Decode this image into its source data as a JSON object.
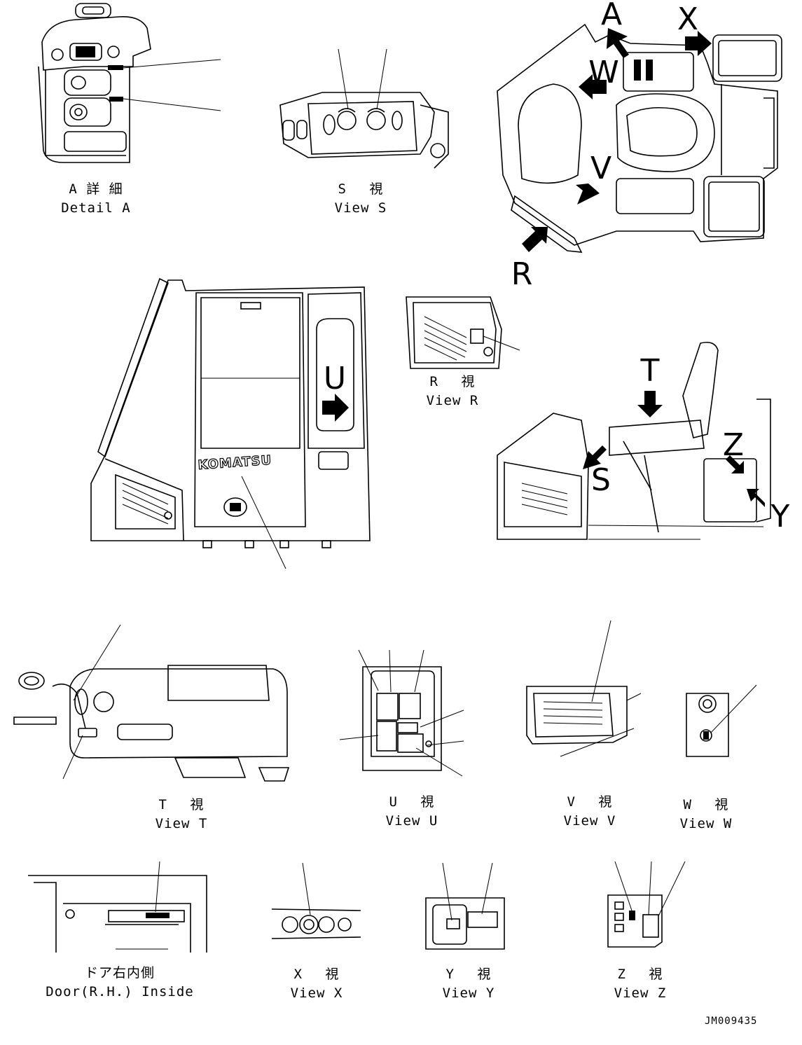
{
  "views": {
    "detail_a": {
      "jp": "A 詳 細",
      "en": "Detail A"
    },
    "view_s": {
      "jp": "S　 視",
      "en": "View S"
    },
    "view_r": {
      "jp": "R　 視",
      "en": "View R"
    },
    "view_t": {
      "jp": "T　 視",
      "en": "View T"
    },
    "view_u": {
      "jp": "U　 視",
      "en": "View U"
    },
    "view_v": {
      "jp": "V　 視",
      "en": "View V"
    },
    "view_w": {
      "jp": "W　 視",
      "en": "View W"
    },
    "door_rh": {
      "jp": "ドア右内側",
      "en": "Door(R.H.) Inside"
    },
    "view_x": {
      "jp": "X　 視",
      "en": "View X"
    },
    "view_y": {
      "jp": "Y　 視",
      "en": "View Y"
    },
    "view_z": {
      "jp": "Z　 視",
      "en": "View Z"
    }
  },
  "arrow_letters": {
    "a": "A",
    "x": "X",
    "w": "W",
    "v": "V",
    "r": "R",
    "u": "U",
    "t": "T",
    "s": "S",
    "z": "Z",
    "y": "Y"
  },
  "brand_logo": "KOMATSU",
  "drawing_number": "JM009435"
}
